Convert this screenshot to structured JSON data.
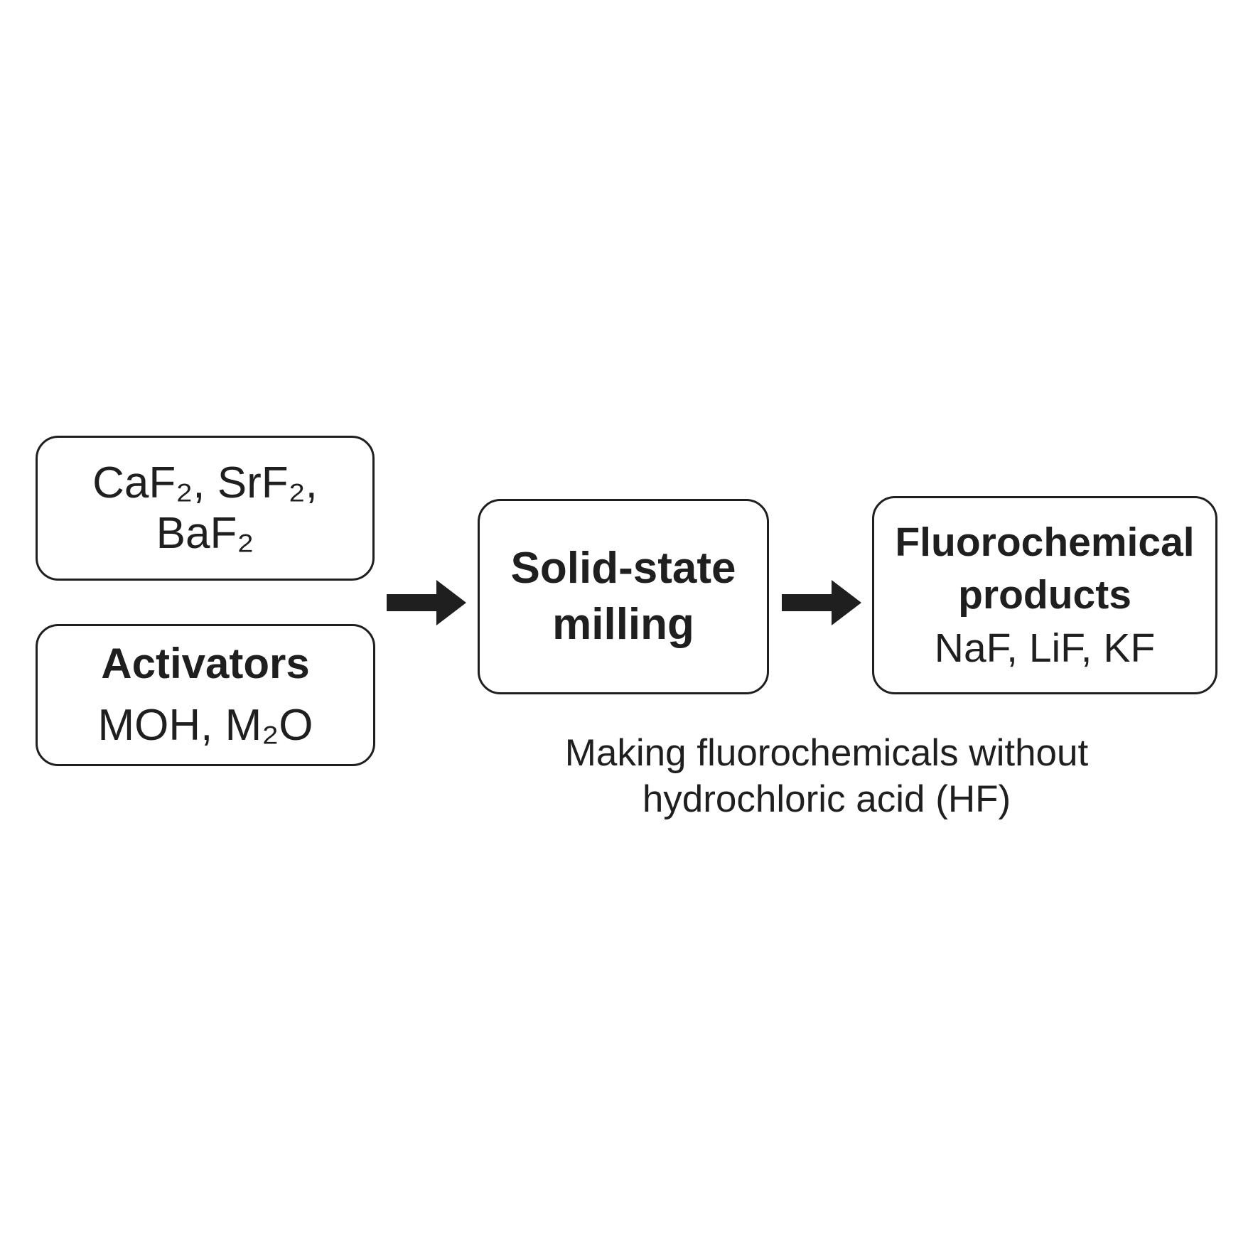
{
  "figure": {
    "type": "flow-diagram",
    "background_color": "#ffffff",
    "ink_color": "#1f1f1f",
    "boxes": {
      "fluorides": {
        "text": "CaF₂, SrF₂, BaF₂"
      },
      "activators": {
        "title": "Activators",
        "formula": "MOH, M₂O"
      },
      "milling": {
        "title_line1": "Solid-state",
        "title_line2": "milling"
      },
      "products": {
        "title_line1": "Fluorochemical",
        "title_line2": "products",
        "formula": "NaF, LiF, KF"
      }
    },
    "arrows": {
      "icon": "right-arrow",
      "count": 2,
      "color": "#1f1f1f"
    },
    "caption": {
      "line1": "Making fluorochemicals without",
      "line2": "hydrochloric acid (HF)"
    }
  }
}
